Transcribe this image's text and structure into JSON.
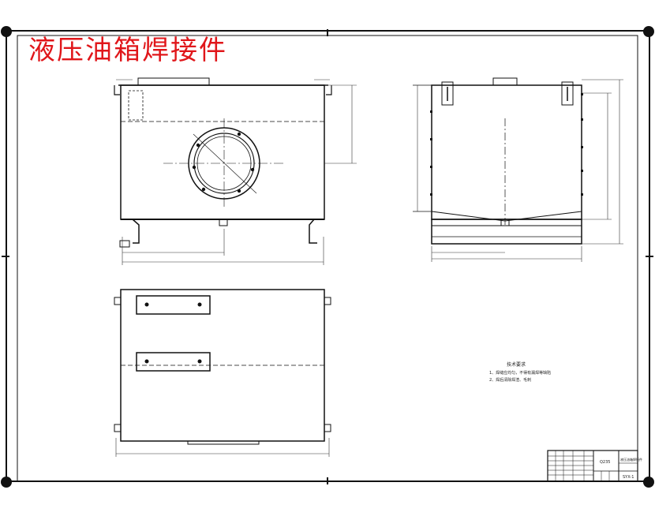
{
  "drawing": {
    "title": "液压油箱焊接件",
    "colors": {
      "title": "#e0161a",
      "line": "#111111",
      "dim": "#333333",
      "paper": "#ffffff"
    },
    "notes": {
      "heading": "技术要求",
      "line1": "1、焊缝应均匀，不得有漏焊等缺陷",
      "line2": "2、焊后清除焊渣、毛刺"
    },
    "title_block": {
      "material": "Q235",
      "name": "液压油箱焊接件",
      "drawing_no": "SYX-1"
    }
  }
}
